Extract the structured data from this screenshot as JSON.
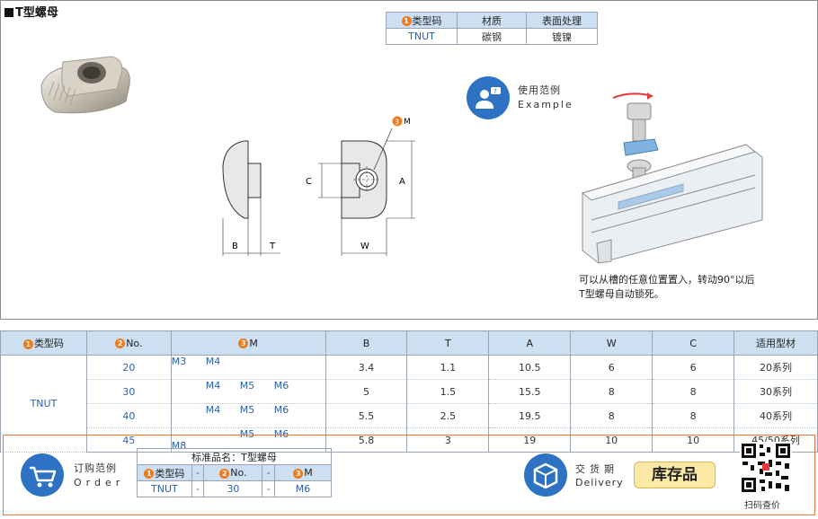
{
  "title": "T型螺母",
  "spec_table": {
    "headers": [
      "类型码",
      "材质",
      "表面处理"
    ],
    "header_num": "1",
    "row": [
      "TNUT",
      "碳钢",
      "镀镍"
    ]
  },
  "usage_badge": {
    "label_cn": "使用范例",
    "label_en": "Example"
  },
  "drawing": {
    "dim_m": "M",
    "dim_m_num": "3",
    "dim_c": "C",
    "dim_a": "A",
    "dim_b": "B",
    "dim_t": "T",
    "dim_w": "W"
  },
  "caption": [
    "可以从槽的任意位置置入，转动90°以后",
    "T型螺母自动锁死。"
  ],
  "main_table": {
    "headers": [
      {
        "num": "1",
        "text": "类型码"
      },
      {
        "num": "2",
        "text": "No."
      },
      {
        "num": "3",
        "text": "M"
      },
      {
        "num": "",
        "text": "B"
      },
      {
        "num": "",
        "text": "T"
      },
      {
        "num": "",
        "text": "A"
      },
      {
        "num": "",
        "text": "W"
      },
      {
        "num": "",
        "text": "C"
      },
      {
        "num": "",
        "text": "适用型材"
      }
    ],
    "type_code": "TNUT",
    "rows": [
      {
        "no": "20",
        "m": [
          "M3",
          "M4",
          "",
          "",
          ""
        ],
        "b": "3.4",
        "t": "1.1",
        "a": "10.5",
        "w": "6",
        "c": "6",
        "profile": "20系列"
      },
      {
        "no": "30",
        "m": [
          "",
          "M4",
          "M5",
          "M6",
          ""
        ],
        "b": "5",
        "t": "1.5",
        "a": "15.5",
        "w": "8",
        "c": "8",
        "profile": "30系列"
      },
      {
        "no": "40",
        "m": [
          "",
          "M4",
          "M5",
          "M6",
          ""
        ],
        "b": "5.5",
        "t": "2.5",
        "a": "19.5",
        "w": "8",
        "c": "8",
        "profile": "40系列"
      },
      {
        "no": "45",
        "m": [
          "",
          "",
          "M5",
          "M6",
          "M8"
        ],
        "b": "5.8",
        "t": "3",
        "a": "19",
        "w": "10",
        "c": "10",
        "profile": "45/50系列"
      }
    ]
  },
  "order": {
    "label_cn": "订购范例",
    "label_en": "Order",
    "table_title": "标准品名：T型螺母",
    "headers": [
      {
        "num": "1",
        "text": "类型码"
      },
      {
        "num": "2",
        "text": "No."
      },
      {
        "num": "3",
        "text": "M"
      }
    ],
    "dash": "-",
    "values": [
      "TNUT",
      "30",
      "M6"
    ]
  },
  "delivery": {
    "label_cn": "交货期",
    "label_en": "Delivery",
    "stock_button": "库存品"
  },
  "qr_label": "扫码查价",
  "colors": {
    "accent_blue": "#2d72c3",
    "header_bg": "#cde0f2",
    "orange": "#f07a1a",
    "stock_bg": "#fde9a6"
  }
}
